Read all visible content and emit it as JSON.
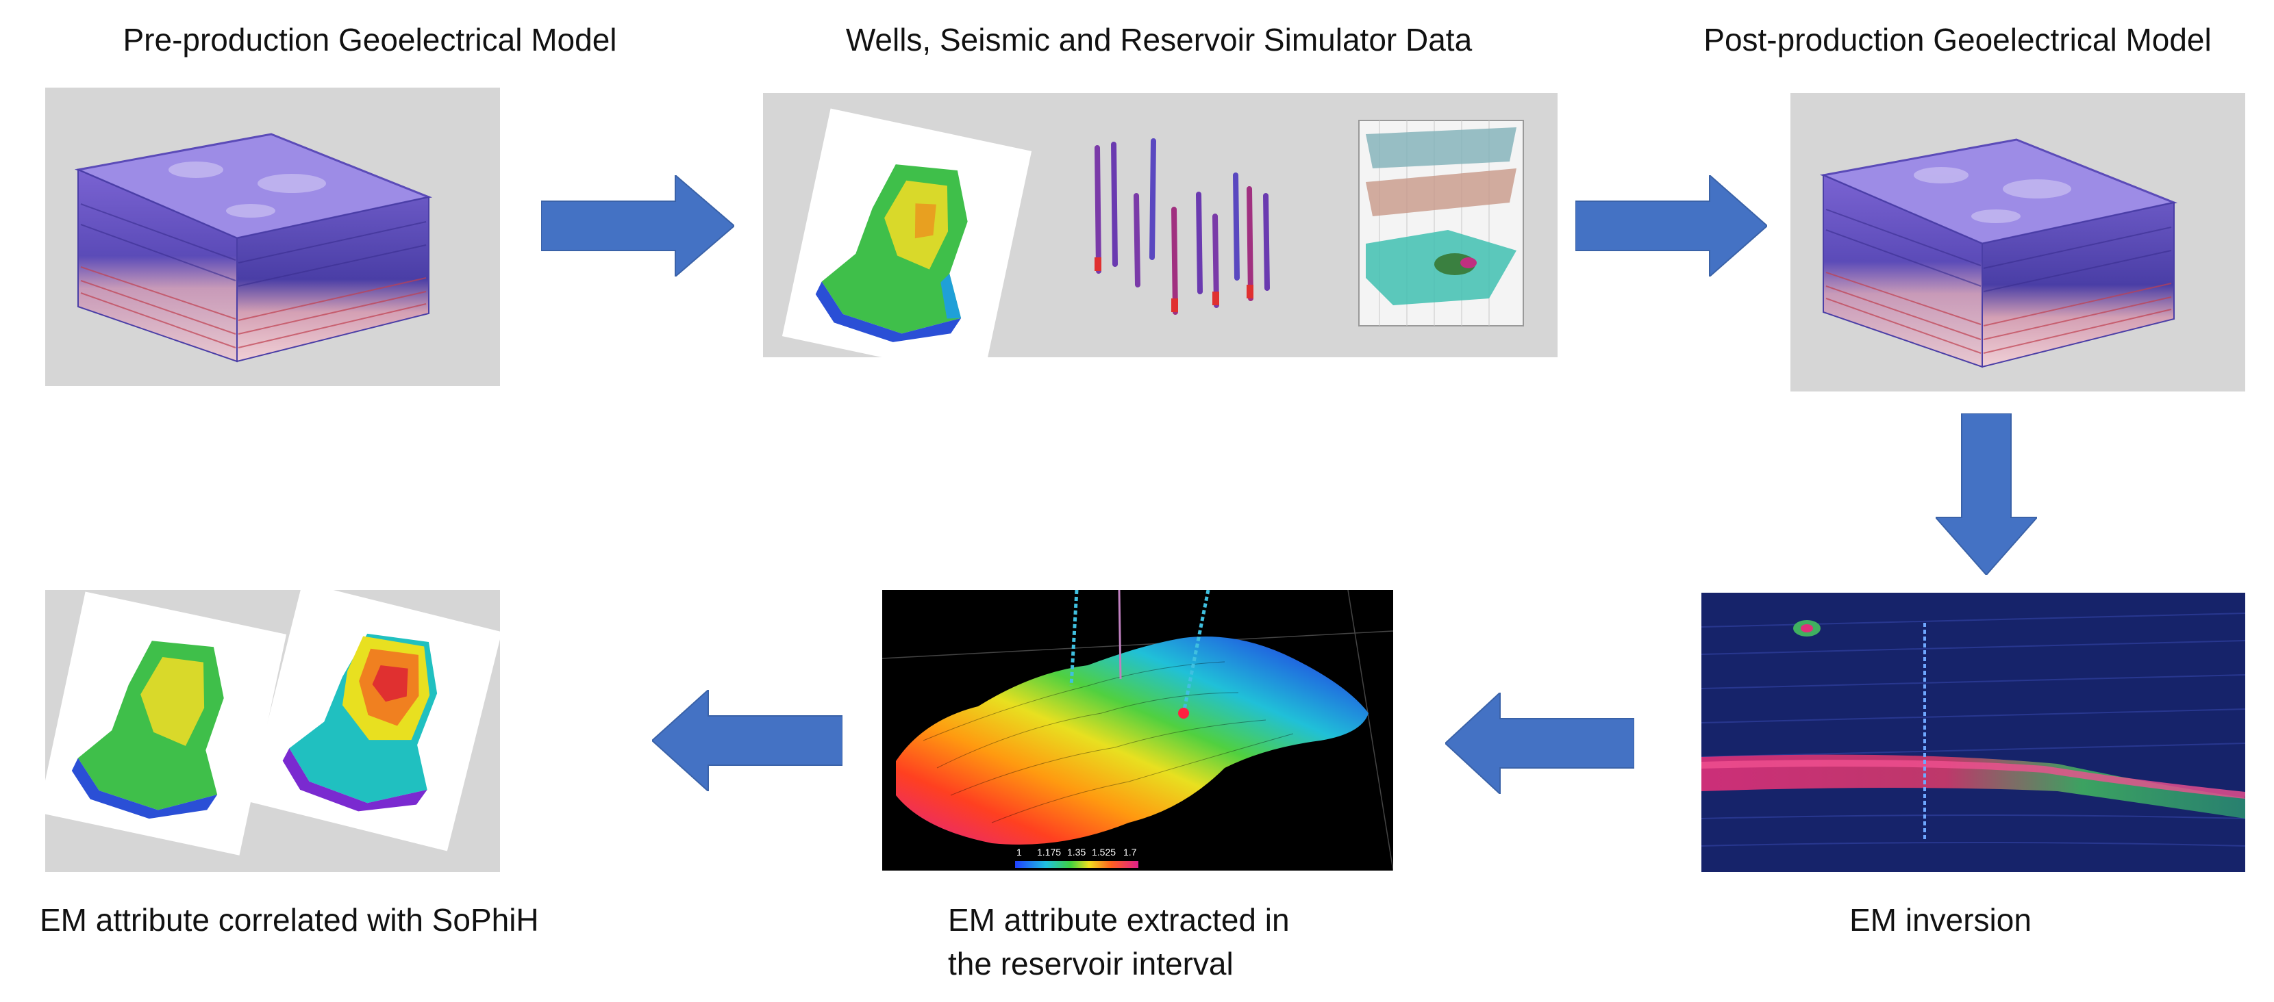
{
  "diagram": {
    "steps": [
      {
        "id": "pre",
        "label": "Pre-production Geoelectrical Model"
      },
      {
        "id": "data",
        "label": "Wells, Seismic and Reservoir Simulator Data"
      },
      {
        "id": "post",
        "label": "Post-production Geoelectrical Model"
      },
      {
        "id": "inv",
        "label": "EM  inversion"
      },
      {
        "id": "extract",
        "label_line1": "EM attribute extracted in",
        "label_line2": "the reservoir interval"
      },
      {
        "id": "corr",
        "label": "EM attribute correlated with SoPhiH"
      }
    ],
    "colorbar_ticks": [
      "1",
      "1.175",
      "1.35",
      "1.525",
      "1.7"
    ],
    "colors": {
      "arrow": "#4472c4",
      "arrow_stroke": "#3a62a8",
      "panel_bg": "#d6d6d6",
      "inversion_bg": "#16236a"
    }
  }
}
